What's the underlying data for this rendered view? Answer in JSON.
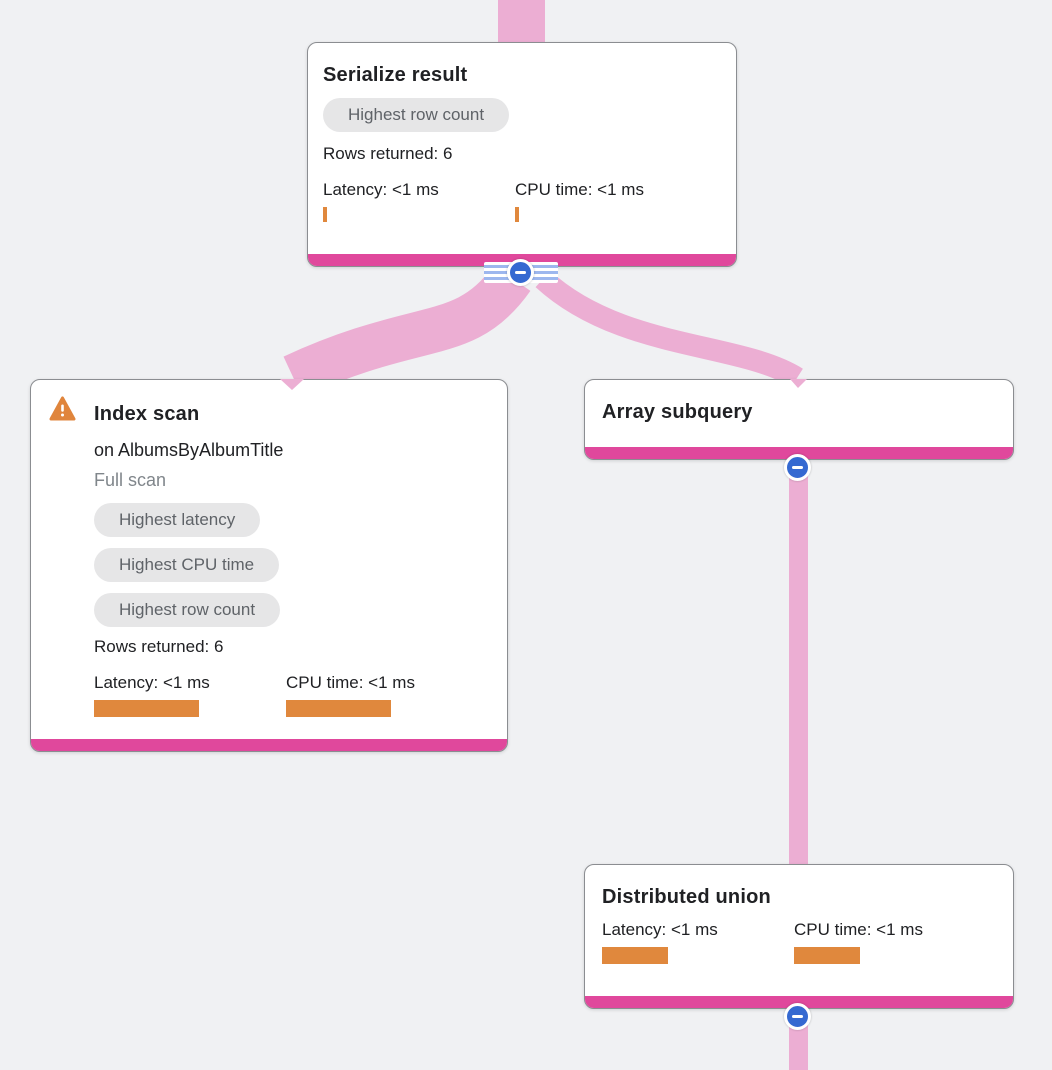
{
  "colors": {
    "canvas_bg": "#f0f1f3",
    "edge_pink": "#ecaed3",
    "node_bar_magenta": "#e0489c",
    "collapse_blue": "#3569d1",
    "metric_orange": "#e0883d",
    "badge_bg": "#e6e6e7",
    "badge_text": "#5f6368",
    "warning_orange": "#e0853c"
  },
  "icons": {
    "warning": "warning-triangle-icon",
    "collapse": "minus-circle-icon"
  },
  "nodes": [
    {
      "title": "Serialize result",
      "badges": [
        "Highest row count"
      ],
      "rows_returned": "Rows returned: 6",
      "latency_label": "Latency: <1 ms",
      "cpu_label": "CPU time: <1 ms"
    },
    {
      "title": "Index scan",
      "subtitle": "on AlbumsByAlbumTitle",
      "scan_type": "Full scan",
      "badges": [
        "Highest latency",
        "Highest CPU time",
        "Highest row count"
      ],
      "rows_returned": "Rows returned: 6",
      "latency_label": "Latency: <1 ms",
      "cpu_label": "CPU time: <1 ms"
    },
    {
      "title": "Array subquery"
    },
    {
      "title": "Distributed union",
      "latency_label": "Latency: <1 ms",
      "cpu_label": "CPU time: <1 ms"
    }
  ]
}
